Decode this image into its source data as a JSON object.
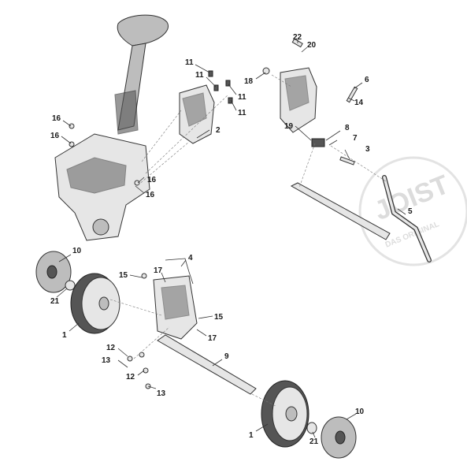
{
  "watermark": {
    "brand": "JOIST",
    "tagline": "DAS ORIGINAL"
  },
  "callouts": [
    {
      "id": "c1a",
      "text": "1"
    },
    {
      "id": "c1b",
      "text": "1"
    },
    {
      "id": "c2",
      "text": "2"
    },
    {
      "id": "c3",
      "text": "3"
    },
    {
      "id": "c4",
      "text": "4"
    },
    {
      "id": "c5",
      "text": "5"
    },
    {
      "id": "c6",
      "text": "6"
    },
    {
      "id": "c7",
      "text": "7"
    },
    {
      "id": "c8",
      "text": "8"
    },
    {
      "id": "c9",
      "text": "9"
    },
    {
      "id": "c10a",
      "text": "10"
    },
    {
      "id": "c10b",
      "text": "10"
    },
    {
      "id": "c11a",
      "text": "11"
    },
    {
      "id": "c11b",
      "text": "11"
    },
    {
      "id": "c11c",
      "text": "11"
    },
    {
      "id": "c11d",
      "text": "11"
    },
    {
      "id": "c12a",
      "text": "12"
    },
    {
      "id": "c12b",
      "text": "12"
    },
    {
      "id": "c13a",
      "text": "13"
    },
    {
      "id": "c13b",
      "text": "13"
    },
    {
      "id": "c14",
      "text": "14"
    },
    {
      "id": "c15a",
      "text": "15"
    },
    {
      "id": "c15b",
      "text": "15"
    },
    {
      "id": "c16a",
      "text": "16"
    },
    {
      "id": "c16b",
      "text": "16"
    },
    {
      "id": "c16c",
      "text": "16"
    },
    {
      "id": "c16d",
      "text": "16"
    },
    {
      "id": "c17a",
      "text": "17"
    },
    {
      "id": "c17b",
      "text": "17"
    },
    {
      "id": "c18",
      "text": "18"
    },
    {
      "id": "c19",
      "text": "19"
    },
    {
      "id": "c20",
      "text": "20"
    },
    {
      "id": "c21a",
      "text": "21"
    },
    {
      "id": "c21b",
      "text": "21"
    },
    {
      "id": "c22",
      "text": "22"
    }
  ]
}
